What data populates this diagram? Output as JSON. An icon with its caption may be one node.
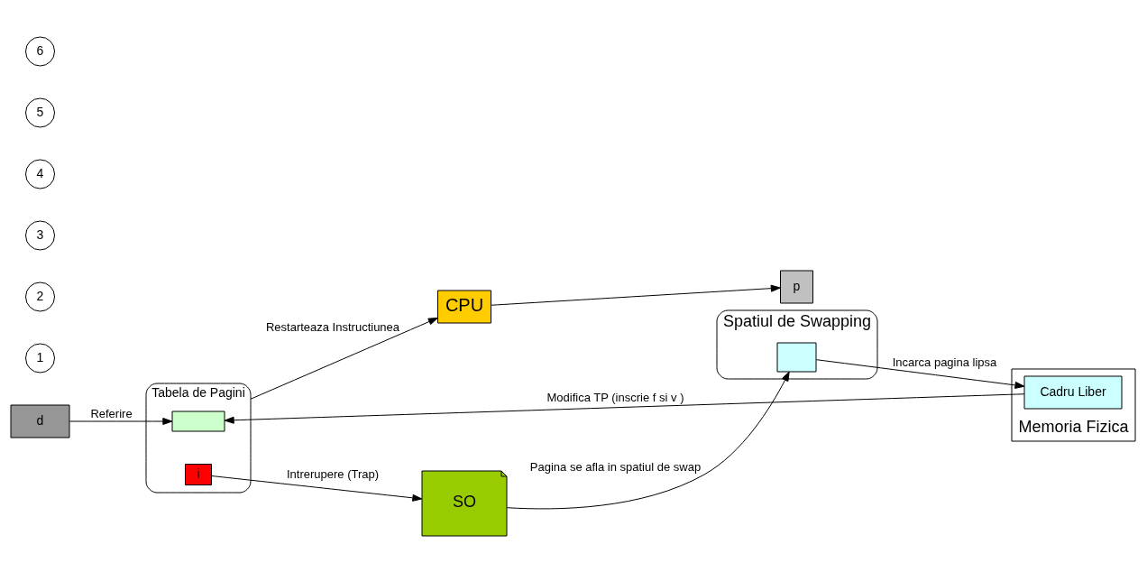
{
  "diagram": {
    "nodes": [
      {
        "text": [
          "CPU"
        ]
      },
      {
        "text": [
          "p"
        ]
      },
      {
        "text": [
          "d"
        ]
      },
      {
        "text": [
          "Tabela de Pagini"
        ]
      },
      {
        "text": [],
        "shape": "box",
        "in": 3
      },
      {
        "text": [
          "i"
        ],
        "in": 3
      },
      {
        "text": [
          "SO"
        ]
      },
      {
        "text": [
          "Spatiul de Swapping"
        ]
      },
      {
        "text": [],
        "shape": "box",
        "in": 7
      },
      {
        "text": [
          "Memoria Fizica"
        ]
      },
      {
        "text": [
          "Cadru Liber"
        ],
        "in": 9
      },
      {
        "text": [
          "1"
        ]
      },
      {
        "text": [
          "2"
        ]
      },
      {
        "text": [
          "3"
        ]
      },
      {
        "text": [
          "4"
        ]
      },
      {
        "text": [
          "5"
        ]
      },
      {
        "text": [
          "6"
        ]
      }
    ],
    "edges": [
      {
        "from": 0,
        "to": 1,
        "arrow": "to"
      },
      {
        "from": 2,
        "to": 4,
        "arrow": "to",
        "label": "Referire"
      },
      {
        "from": 5,
        "to": 6,
        "arrow": "to",
        "label": "Intrerupere (Trap)"
      },
      {
        "from": 6,
        "to": 8,
        "arrow": "to",
        "label": "Pagina se afla in spatiul de swap"
      },
      {
        "from": 8,
        "to": 10,
        "arrow": "to",
        "label": "Incarca pagina lipsa"
      },
      {
        "from": 10,
        "to": 4,
        "arrow": "to",
        "label": "Modifica TP (inscrie f si v )"
      },
      {
        "from": 3,
        "to": 0,
        "arrow": "to",
        "label": "Restarteaza Instructiunea"
      }
    ]
  }
}
